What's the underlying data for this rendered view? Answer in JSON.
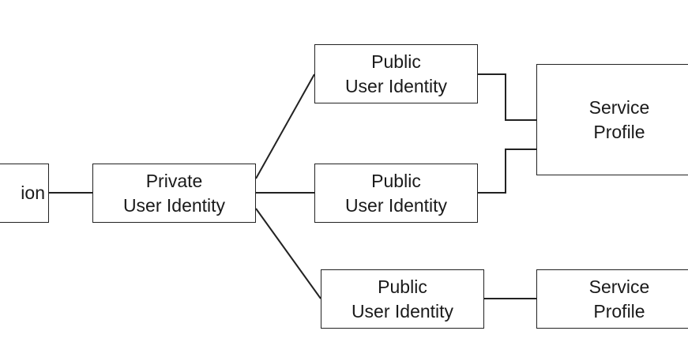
{
  "nodes": {
    "subscription": {
      "line1": "ion"
    },
    "private_identity": {
      "line1": "Private",
      "line2": "User Identity"
    },
    "public_identity_1": {
      "line1": "Public",
      "line2": "User Identity"
    },
    "public_identity_2": {
      "line1": "Public",
      "line2": "User Identity"
    },
    "public_identity_3": {
      "line1": "Public",
      "line2": "User Identity"
    },
    "service_profile_1": {
      "line1": "Service",
      "line2": "Profile"
    },
    "service_profile_2": {
      "line1": "Service",
      "line2": "Profile"
    }
  },
  "colors": {
    "line": "#222222",
    "text": "#1a1a1a",
    "background": "#ffffff"
  }
}
